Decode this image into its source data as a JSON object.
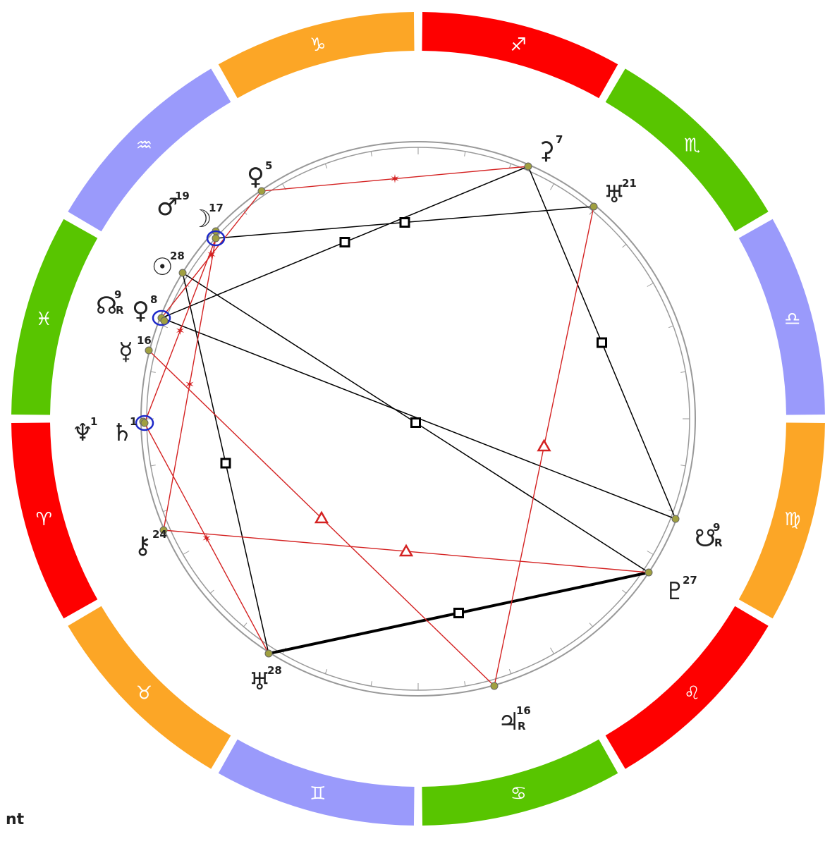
{
  "footer_label": "nt",
  "colors": {
    "fire": "#fe0000",
    "earth": "#fca626",
    "air": "#9a9afb",
    "water": "#58c500",
    "ring_line": "#999999",
    "planet_dot": "#a0a040",
    "conj_circle": "#1d28c8",
    "hard_aspect": "#000000",
    "soft_aspect": "#d42222"
  },
  "zodiac": [
    {
      "name": "aries",
      "glyph": "♈",
      "element": "fire"
    },
    {
      "name": "taurus",
      "glyph": "♉",
      "element": "earth"
    },
    {
      "name": "gemini",
      "glyph": "♊",
      "element": "air"
    },
    {
      "name": "cancer",
      "glyph": "♋",
      "element": "water"
    },
    {
      "name": "leo",
      "glyph": "♌",
      "element": "fire"
    },
    {
      "name": "virgo",
      "glyph": "♍",
      "element": "earth"
    },
    {
      "name": "libra",
      "glyph": "♎",
      "element": "air"
    },
    {
      "name": "scorpio",
      "glyph": "♏",
      "element": "water"
    },
    {
      "name": "sagittarius",
      "glyph": "♐",
      "element": "fire"
    },
    {
      "name": "capricorn",
      "glyph": "♑",
      "element": "earth"
    },
    {
      "name": "aquarius",
      "glyph": "♒",
      "element": "air"
    },
    {
      "name": "pisces",
      "glyph": "♓",
      "element": "water"
    }
  ],
  "planets": [
    {
      "id": "venus-upper",
      "glyph": "♀",
      "degree": "5",
      "retro": ""
    },
    {
      "id": "mars",
      "glyph": "♂",
      "degree": "19",
      "retro": ""
    },
    {
      "id": "moon",
      "glyph": "☽",
      "degree": "17",
      "retro": ""
    },
    {
      "id": "sun",
      "glyph": "☉",
      "degree": "28",
      "retro": ""
    },
    {
      "id": "north-node",
      "glyph": "☊",
      "degree": "9",
      "retro": "R"
    },
    {
      "id": "venus",
      "glyph": "♀",
      "degree": "8",
      "retro": ""
    },
    {
      "id": "mercury",
      "glyph": "☿",
      "degree": "16",
      "retro": ""
    },
    {
      "id": "neptune",
      "glyph": "♆",
      "degree": "1",
      "retro": ""
    },
    {
      "id": "saturn",
      "glyph": "♄",
      "degree": "1",
      "retro": ""
    },
    {
      "id": "chiron",
      "glyph": "⚷",
      "degree": "24",
      "retro": ""
    },
    {
      "id": "uranus",
      "glyph": "♅",
      "degree": "28",
      "retro": ""
    },
    {
      "id": "jupiter",
      "glyph": "♃",
      "degree": "16",
      "retro": "R"
    },
    {
      "id": "pluto",
      "glyph": "♇",
      "degree": "27",
      "retro": ""
    },
    {
      "id": "south-node",
      "glyph": "☋",
      "degree": "9",
      "retro": "R"
    },
    {
      "id": "uranian-h",
      "glyph": "♅",
      "degree": "21",
      "retro": ""
    },
    {
      "id": "ceres",
      "glyph": "⚳",
      "degree": "7",
      "retro": ""
    }
  ],
  "aspects": [
    {
      "from": "venus-upper",
      "to": "ceres",
      "type": "sextile",
      "symbol": "✶"
    },
    {
      "from": "moon",
      "to": "uranian-h",
      "type": "square",
      "symbol": "□"
    },
    {
      "from": "north-node",
      "to": "ceres",
      "type": "square",
      "symbol": "□"
    },
    {
      "from": "ceres",
      "to": "south-node",
      "type": "square",
      "symbol": "□"
    },
    {
      "from": "sun",
      "to": "pluto",
      "type": "square",
      "symbol": "□"
    },
    {
      "from": "north-node",
      "to": "south-node",
      "type": "opposition",
      "symbol": ""
    },
    {
      "from": "sun",
      "to": "uranus",
      "type": "square",
      "symbol": "□"
    },
    {
      "from": "uranus",
      "to": "pluto",
      "type": "square",
      "symbol": "□"
    },
    {
      "from": "mercury",
      "to": "jupiter",
      "type": "trine",
      "symbol": "△"
    },
    {
      "from": "uranian-h",
      "to": "jupiter",
      "type": "trine",
      "symbol": "△"
    },
    {
      "from": "chiron",
      "to": "pluto",
      "type": "trine",
      "symbol": "△"
    },
    {
      "from": "saturn",
      "to": "uranus",
      "type": "sextile",
      "symbol": "✶"
    },
    {
      "from": "chiron",
      "to": "moon",
      "type": "sextile",
      "symbol": "✶"
    },
    {
      "from": "venus-upper",
      "to": "north-node",
      "type": "sextile",
      "symbol": "✶"
    },
    {
      "from": "moon",
      "to": "saturn",
      "type": "sextile",
      "symbol": "✶"
    }
  ]
}
